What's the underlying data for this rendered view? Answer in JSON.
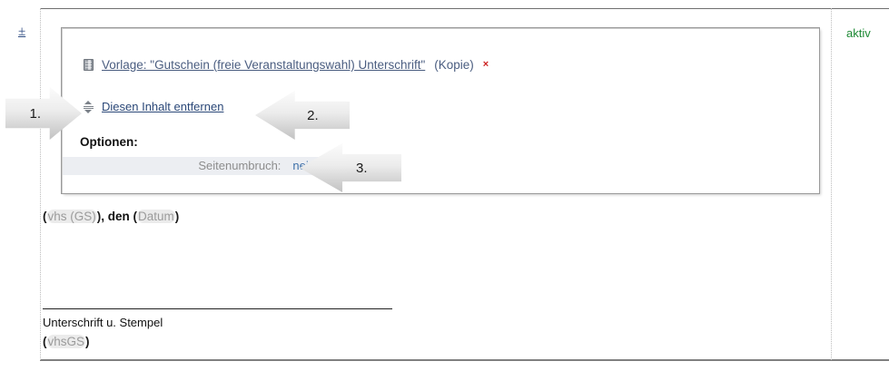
{
  "frame": {
    "status_label": "aktiv",
    "toggle_label": "±"
  },
  "content_block": {
    "file_icon": "file-icon",
    "template_link": "Vorlage: \"Gutschein (freie Veranstaltungswahl) Unterschrift\"",
    "copy_link": "(Kopie)",
    "delete_marker": "×",
    "move_icon": "move-updown-icon",
    "remove_link": "Diesen Inhalt entfernen",
    "options_title": "Optionen:",
    "options": [
      {
        "label": "Seitenumbruch:",
        "value": "nein"
      }
    ]
  },
  "document": {
    "place_token": "vhs (GS)",
    "connector": ", den ",
    "date_token": "Datum",
    "open_paren": "(",
    "close_paren": ")",
    "signature_caption": "Unterschrift u. Stempel",
    "signature_token": "vhsGS"
  },
  "callouts": [
    {
      "id": "1",
      "label": "1.",
      "direction": "right"
    },
    {
      "id": "2",
      "label": "2.",
      "direction": "left"
    },
    {
      "id": "3",
      "label": "3.",
      "direction": "left"
    }
  ],
  "colors": {
    "link": "#4a5d80",
    "status_active": "#1e8a35",
    "delete": "#cc1f1f",
    "option_value": "#3d6fa8",
    "token_text": "#9b9b9b",
    "token_bg": "#ebebeb"
  }
}
